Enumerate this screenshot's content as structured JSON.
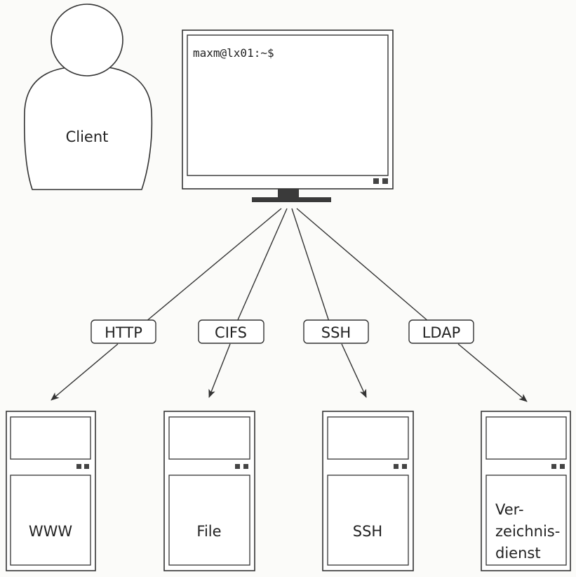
{
  "client": {
    "label": "Client"
  },
  "monitor": {
    "prompt": "maxm@lx01:~$"
  },
  "protocols": [
    {
      "label": "HTTP"
    },
    {
      "label": "CIFS"
    },
    {
      "label": "SSH"
    },
    {
      "label": "LDAP"
    }
  ],
  "servers": [
    {
      "label": "WWW"
    },
    {
      "label": "File"
    },
    {
      "label": "SSH"
    },
    {
      "label_lines": [
        "Ver-",
        "zeichnis-",
        "dienst"
      ]
    }
  ],
  "colors": {
    "stroke": "#333333",
    "background": "#fbfbf9",
    "stand": "#3a3a3a"
  }
}
